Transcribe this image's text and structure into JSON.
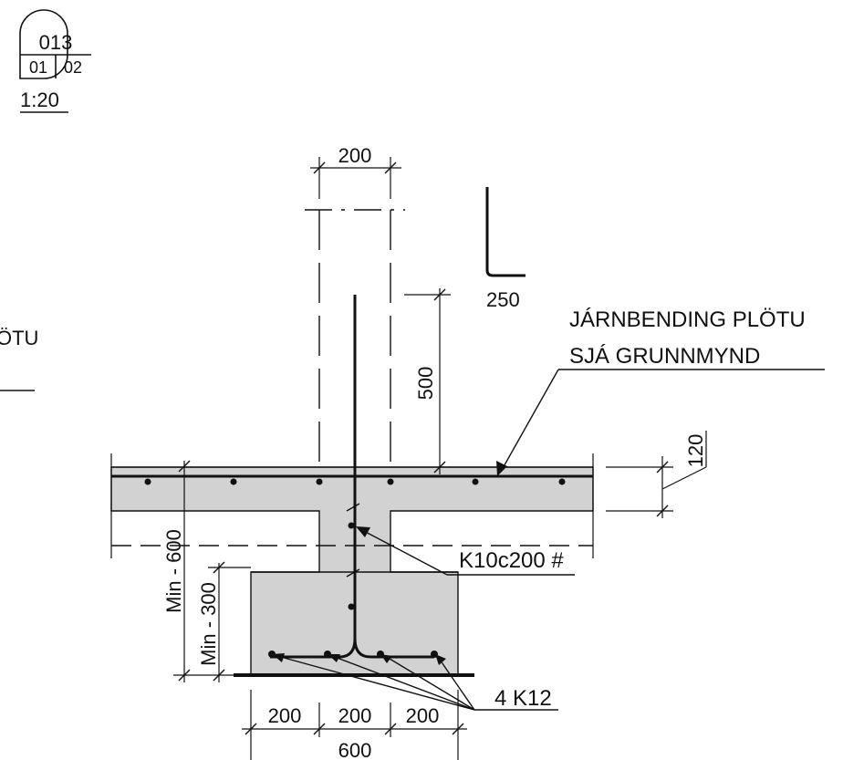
{
  "title_block": {
    "detail_number": "013",
    "sheet_left": "01",
    "sheet_right": "02",
    "scale": "1:20"
  },
  "partial_label": "ÖTU",
  "labels": {
    "slab_rebar_line1": "JÁRNBENDING PLÖTU",
    "slab_rebar_line2": "SJÁ GRUNNMYND",
    "stirrup_rebar": "K10c200 #",
    "bottom_bars": "4 K12"
  },
  "bend_detail": {
    "leg": "250"
  },
  "dimensions": {
    "wall_width": "200",
    "bar_projection": "500",
    "slab_thickness": "120",
    "depth_min_600": "Min - 600",
    "depth_min_300": "Min - 300",
    "foot_left": "200",
    "foot_mid": "200",
    "foot_right": "200",
    "foot_total": "600"
  },
  "colors": {
    "concrete": "#d2d2d2",
    "ink": "#111111"
  }
}
